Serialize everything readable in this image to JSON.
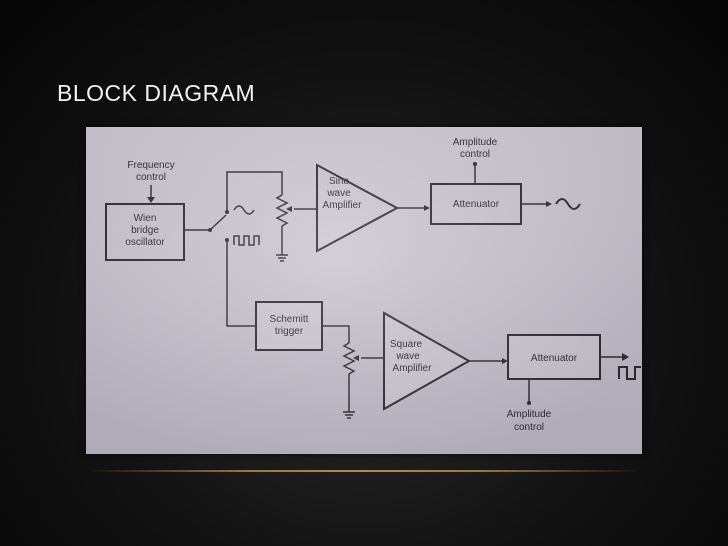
{
  "slide": {
    "title": "BLOCK DIAGRAM"
  },
  "diagram": {
    "frequency_control": [
      "Frequency",
      "control"
    ],
    "wien_oscillator": [
      "Wien",
      "bridge",
      "oscillator"
    ],
    "sine_amplifier": [
      "Sine",
      "wave",
      "Amplifier"
    ],
    "attenuator_top": "Attenuator",
    "amplitude_control_top": [
      "Amplitude",
      "control"
    ],
    "schmitt_trigger": [
      "Schemitt",
      "trigger"
    ],
    "square_amplifier": [
      "Square",
      "wave",
      "Amplifier"
    ],
    "attenuator_bottom": "Attenuator",
    "amplitude_control_bottom": [
      "Amplitude",
      "control"
    ]
  },
  "colors": {
    "ink": "#2b2a33",
    "paper": "#cbc7d2",
    "accent_line": "#b58c45"
  }
}
